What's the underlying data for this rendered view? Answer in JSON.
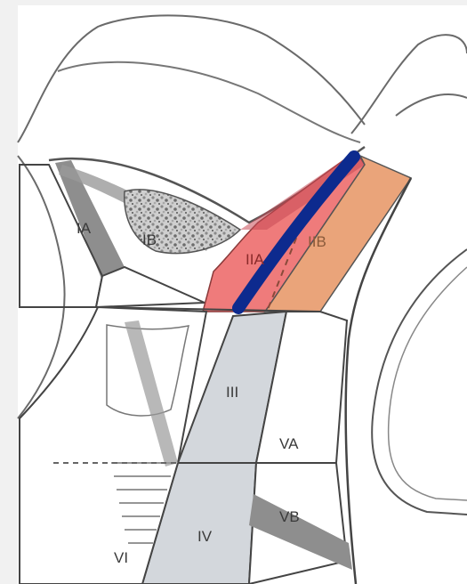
{
  "levels": {
    "ia": "IA",
    "ib": "IB",
    "iia": "IIA",
    "iib": "IIB",
    "iii": "III",
    "iv": "IV",
    "va": "VA",
    "vb": "VB",
    "vi": "VI"
  },
  "colors": {
    "page": "#f1f1f1",
    "canvas": "#ffffff",
    "outline": "#555555",
    "zone_fill": "#d3d7dc",
    "dark_band": "#8e8e8e",
    "level_iia": "#ef7b7b",
    "level_iia_dark": "#c74a55",
    "level_iib": "#eaa47a",
    "marker_line": "#0d2a8e"
  },
  "icons": {
    "gland": "submandibular-gland-texture"
  }
}
